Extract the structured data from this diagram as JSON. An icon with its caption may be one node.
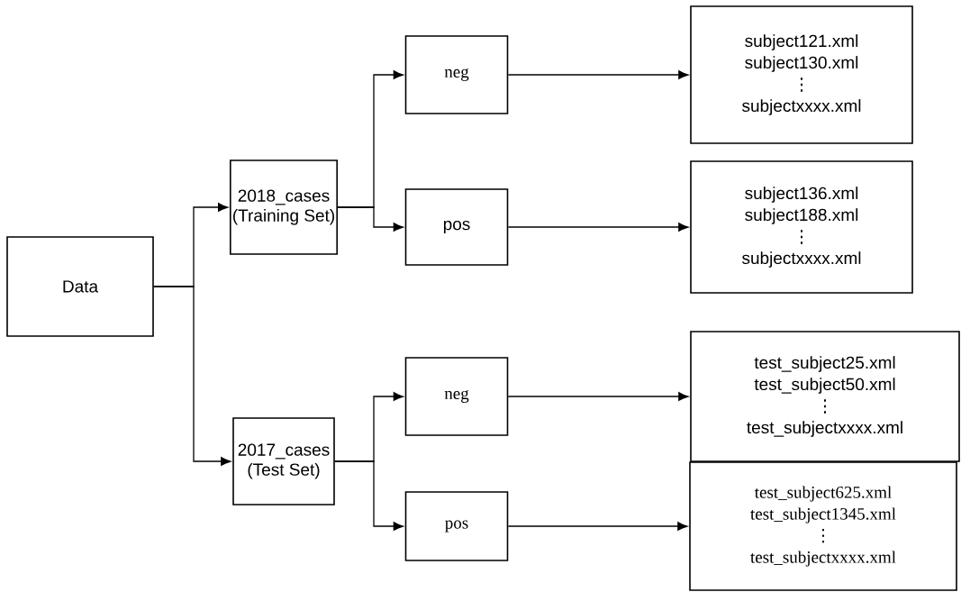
{
  "diagram": {
    "nodes": [
      {
        "text": [
          "Data"
        ]
      },
      {
        "text": [
          "2018_cases",
          "(Training Set)"
        ]
      },
      {
        "text": [
          "2017_cases",
          "(Test Set)"
        ]
      },
      {
        "text": [
          "neg"
        ]
      },
      {
        "text": [
          "pos"
        ]
      },
      {
        "text": [
          "neg"
        ]
      },
      {
        "text": [
          "pos"
        ]
      },
      {
        "text": [
          "subject121.xml",
          "subject130.xml",
          "⋮",
          "subjectxxxx.xml"
        ]
      },
      {
        "text": [
          "subject136.xml",
          "subject188.xml",
          "⋮",
          "subjectxxxx.xml"
        ]
      },
      {
        "text": [
          "test_subject25.xml",
          "test_subject50.xml",
          "⋮",
          "test_subjectxxxx.xml"
        ]
      },
      {
        "text": [
          "test_subject625.xml",
          "test_subject1345.xml",
          "⋮",
          "test_subjectxxxx.xml"
        ]
      }
    ],
    "edges": [
      {
        "from": 0,
        "to": 1,
        "arrow": "to"
      },
      {
        "from": 0,
        "to": 2,
        "arrow": "to"
      },
      {
        "from": 1,
        "to": 3,
        "arrow": "to"
      },
      {
        "from": 1,
        "to": 4,
        "arrow": "to"
      },
      {
        "from": 2,
        "to": 5,
        "arrow": "to"
      },
      {
        "from": 2,
        "to": 6,
        "arrow": "to"
      },
      {
        "from": 3,
        "to": 7,
        "arrow": "to"
      },
      {
        "from": 4,
        "to": 8,
        "arrow": "to"
      },
      {
        "from": 5,
        "to": 9,
        "arrow": "to"
      },
      {
        "from": 6,
        "to": 10,
        "arrow": "to"
      }
    ]
  }
}
